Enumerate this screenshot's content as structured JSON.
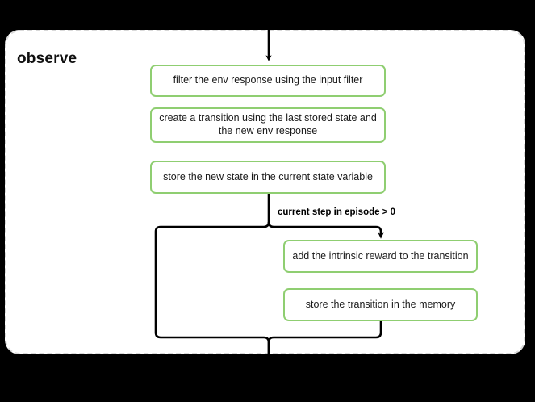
{
  "diagram": {
    "title": "observe",
    "background_color": "#000000",
    "container": {
      "fill": "#ffffff",
      "border_color": "#d9d9d9",
      "border_style": "dashed"
    },
    "node_border_color": "#8fce71",
    "edge_color": "#000000",
    "nodes": [
      {
        "id": "filter",
        "label": "filter the env response using the input filter"
      },
      {
        "id": "create",
        "label": "create a transition using the last stored state and the new env response"
      },
      {
        "id": "store_state",
        "label": "store the new state in the current state variable"
      },
      {
        "id": "intrinsic",
        "label": "add the intrinsic reward to the transition"
      },
      {
        "id": "store_memory",
        "label": "store the transition in the memory"
      }
    ],
    "edges": [
      {
        "from": "entry",
        "to": "filter",
        "label": ""
      },
      {
        "from": "filter",
        "to": "create",
        "label": ""
      },
      {
        "from": "create",
        "to": "store_state",
        "label": ""
      },
      {
        "from": "store_state",
        "to": "intrinsic",
        "label": "current step in episode > 0"
      },
      {
        "from": "store_state",
        "to": "merge",
        "label": ""
      },
      {
        "from": "intrinsic",
        "to": "store_memory",
        "label": ""
      },
      {
        "from": "store_memory",
        "to": "merge",
        "label": ""
      },
      {
        "from": "merge",
        "to": "exit",
        "label": ""
      }
    ],
    "branch_label": "current step in episode > 0"
  }
}
